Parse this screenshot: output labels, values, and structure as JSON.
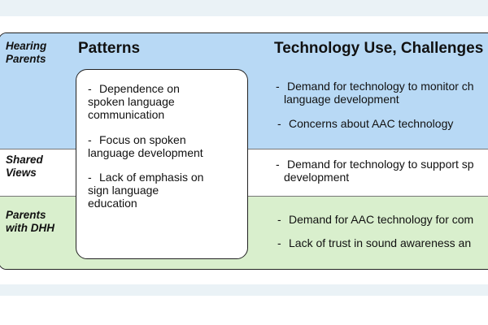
{
  "rows": {
    "hearing": "Hearing Parents",
    "hearing_l1": "Hearing",
    "hearing_l2": "Parents",
    "shared_l1": "Shared",
    "shared_l2": "Views",
    "dhh_l1": "Parents",
    "dhh_l2": "with DHH"
  },
  "columns": {
    "patterns": "Patterns",
    "technology": "Technology Use, Challenges"
  },
  "patterns": [
    {
      "l1": "Dependence on",
      "l2": "spoken language",
      "l3": "communication"
    },
    {
      "l1": "Focus on spoken",
      "l2": "language development"
    },
    {
      "l1": "Lack of emphasis on",
      "l2": "sign language",
      "l3": "education"
    }
  ],
  "technology": {
    "hearing": [
      {
        "l1": "Demand for technology to monitor ch",
        "l2": "language development"
      },
      {
        "l1": "Concerns about AAC technology"
      }
    ],
    "shared": [
      {
        "l1": "Demand for technology to support sp",
        "l2": "development"
      }
    ],
    "dhh": [
      {
        "l1": "Demand for AAC technology for com"
      },
      {
        "l1": "Lack of trust in sound awareness an"
      }
    ]
  },
  "bullet": "-",
  "colors": {
    "hearing_band": "#b8d9f5",
    "dhh_band": "#d9efcd",
    "strip": "#eaf2f6"
  }
}
